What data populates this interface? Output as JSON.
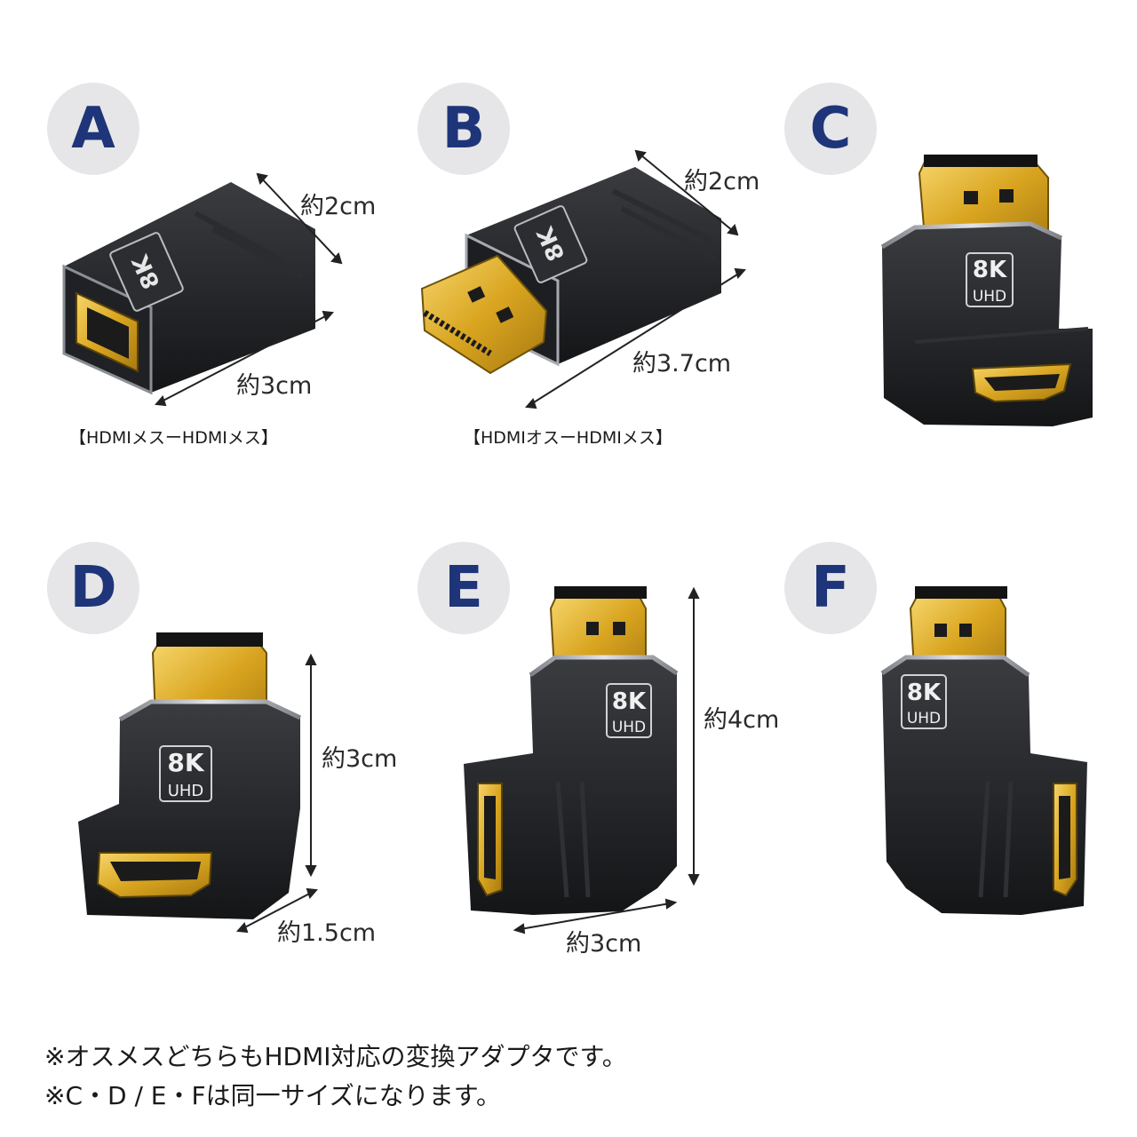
{
  "products": [
    {
      "id": "A",
      "badge": "A",
      "caption": "【HDMIメスーHDMIメス】",
      "dims": [
        "約2cm",
        "約3cm"
      ]
    },
    {
      "id": "B",
      "badge": "B",
      "caption": "【HDMIオスーHDMIメス】",
      "dims": [
        "約2cm",
        "約3.7cm"
      ]
    },
    {
      "id": "C",
      "badge": "C"
    },
    {
      "id": "D",
      "badge": "D",
      "dims": [
        "約3cm",
        "約1.5cm"
      ]
    },
    {
      "id": "E",
      "badge": "E",
      "dims": [
        "約4cm",
        "約3cm"
      ]
    },
    {
      "id": "F",
      "badge": "F"
    }
  ],
  "label": {
    "resolution": "8K",
    "type": "UHD"
  },
  "notes": [
    "※オスメスどちらもHDMI対応の変換アダプタです。",
    "※C・D / E・Fは同一サイズになります。"
  ],
  "colors": {
    "badge_bg": "#e6e6e8",
    "badge_text": "#1f3579",
    "body": "#1c1d1f",
    "gold": "#d9a520",
    "metal": "#b9bcc2"
  }
}
